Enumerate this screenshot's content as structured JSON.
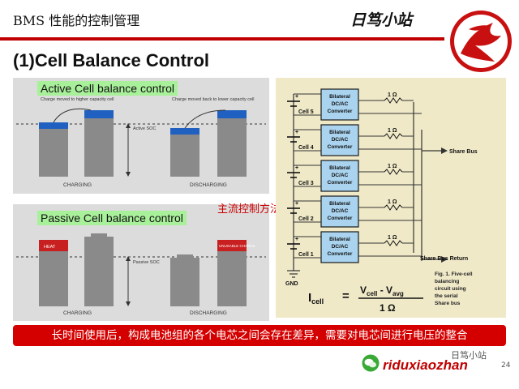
{
  "header": {
    "title": "BMS 性能的控制管理",
    "site_name": "日笃小站"
  },
  "section": {
    "title": "(1)Cell Balance Control"
  },
  "active_panel": {
    "label": "Active Cell balance control",
    "note_left": "Charge moved to higher capacity cell",
    "note_right": "Charge moved back to lower capacity cell",
    "soc_label": "Active SOC",
    "caption_left": "CHARGING",
    "caption_right": "DISCHARGING"
  },
  "passive_panel": {
    "label": "Passive Cell balance control",
    "heat_label": "HEAT",
    "unusable_label": "UNUSABLE CHARGE",
    "soc_label": "Passive SOC",
    "caption_left": "CHARGING",
    "caption_right": "DISCHARGING"
  },
  "red_note": "主流控制方法",
  "circuit": {
    "converter_text": "Bilateral DC/AC Converter",
    "cells": [
      "Cell 5",
      "Cell 4",
      "Cell 3",
      "Cell 2",
      "Cell 1"
    ],
    "resistor": "1 Ω",
    "share_bus": "Share Bus",
    "share_bus_return": "Share Bus Return",
    "gnd": "GND",
    "fig_caption": "Fig. 1. Five-cell balancing circuit using the serial Share bus",
    "formula_lhs": "I",
    "formula_lhs_sub": "cell",
    "formula_num": "V",
    "formula_num_sub1": "cell",
    "formula_num_mid": " - V",
    "formula_num_sub2": "avg",
    "formula_den": "1 Ω"
  },
  "banner": {
    "text": "长时间使用后，构成电池组的各个电芯之间会存在差异，需要对电芯间进行电压的整合"
  },
  "watermark": {
    "brand": "riduxiaozhan",
    "small": "日笃小站",
    "page": "24"
  },
  "colors": {
    "accent_red": "#c00000",
    "label_green": "#a8f09a",
    "cell_blue": "#2060c0",
    "panel_gray": "#dcdcdc",
    "diagram_bg": "#efe9c8"
  }
}
